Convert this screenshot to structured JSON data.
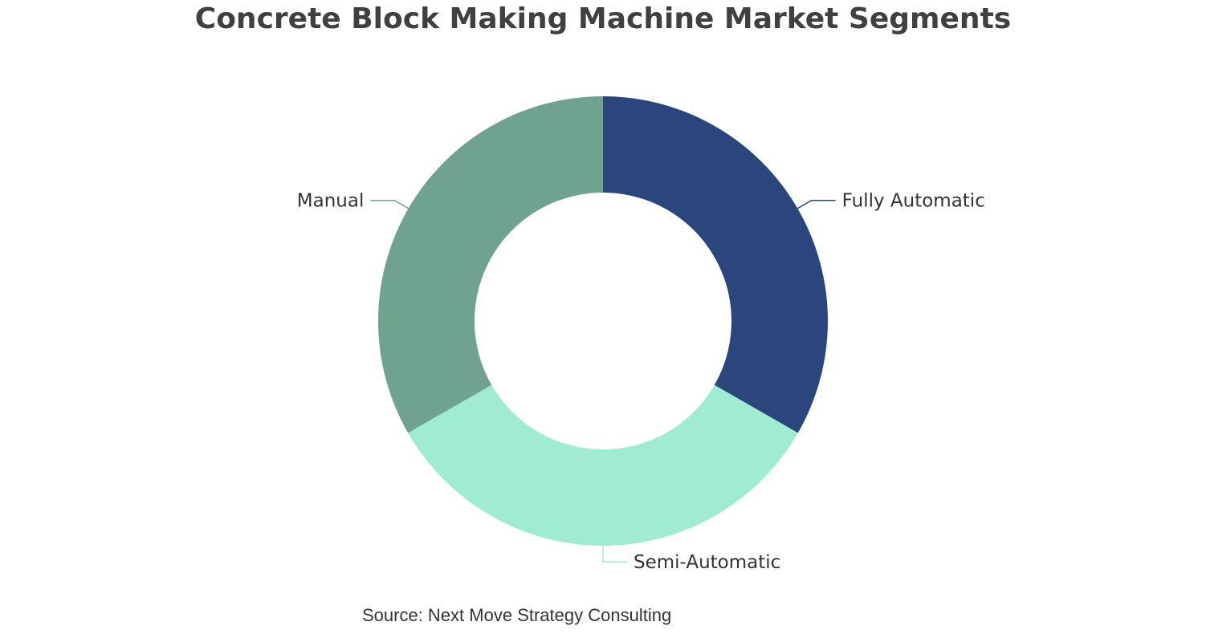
{
  "chart_data": {
    "type": "pie",
    "title": "Concrete Block Making Machine Market Segments",
    "donut": true,
    "legend": "none",
    "slices": [
      {
        "label": "Fully Automatic",
        "value": 33.3,
        "color": "#2b467c"
      },
      {
        "label": "Semi-Automatic",
        "value": 33.4,
        "color": "#a0ecd3"
      },
      {
        "label": "Manual",
        "value": 33.3,
        "color": "#6fa38f"
      }
    ]
  },
  "source": "Source: Next Move Strategy Consulting"
}
